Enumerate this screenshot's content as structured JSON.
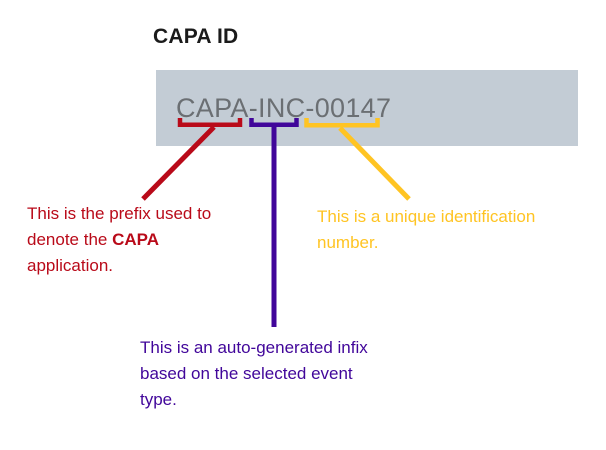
{
  "title": "CAPA ID",
  "id_field": {
    "value": "CAPA-INC-00147"
  },
  "annotations": {
    "prefix": {
      "line1": "This is the prefix used to",
      "line2_pre": "denote the ",
      "line2_bold": "CAPA",
      "line3": "application."
    },
    "infix": {
      "line1": "This is an auto-generated infix",
      "line2": "based on the selected event",
      "line3": "type."
    },
    "suffix": {
      "line1": "This is a unique identification",
      "line2": "number."
    }
  },
  "colors": {
    "title_text": "#1b1b1b",
    "field_background": "#c3ccd5",
    "id_text": "#6b6f73",
    "prefix_red": "#b90a19",
    "infix_purple": "#41069a",
    "suffix_yellow": "#ffc423"
  }
}
